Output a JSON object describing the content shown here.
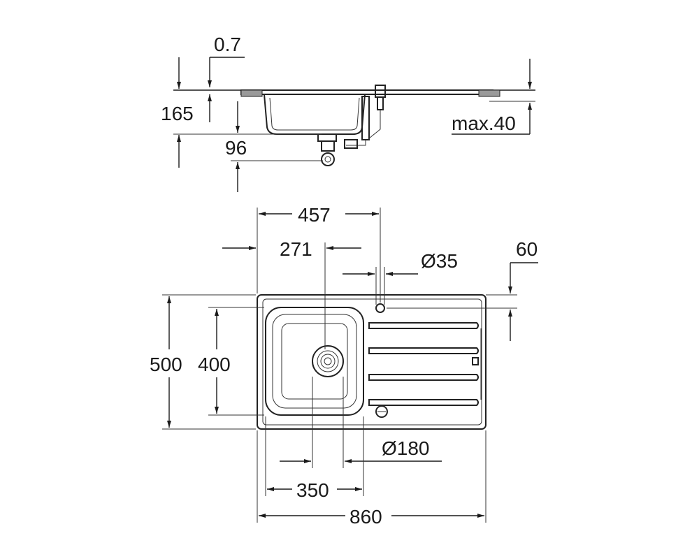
{
  "drawing": {
    "side_view": {
      "thickness": "0.7",
      "height": "165",
      "depth": "96",
      "worktop": "max.40"
    },
    "top_view": {
      "bowl_offset": "457",
      "waste_offset": "271",
      "tap_hole": "Ø35",
      "tap_edge": "60",
      "overall_depth": "500",
      "bowl_depth": "400",
      "waste_diameter": "Ø180",
      "bowl_width": "350",
      "overall_width": "860"
    }
  }
}
